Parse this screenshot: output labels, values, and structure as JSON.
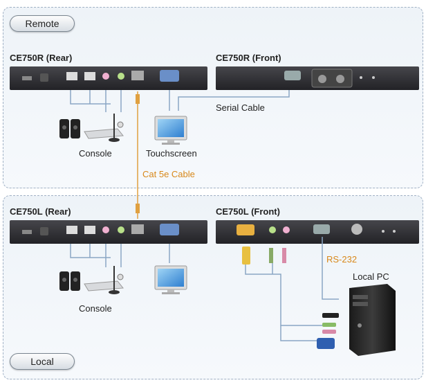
{
  "labels": {
    "remote": "Remote",
    "local": "Local",
    "ce750r_rear": "CE750R (Rear)",
    "ce750r_front": "CE750R (Front)",
    "ce750l_rear": "CE750L (Rear)",
    "ce750l_front": "CE750L (Front)",
    "serial_cable": "Serial Cable",
    "console_top": "Console",
    "touchscreen": "Touchscreen",
    "cat5e": "Cat 5e Cable",
    "console_bottom": "Console",
    "rs232": "RS-232",
    "local_pc": "Local PC"
  },
  "colors": {
    "device_body": "#2f2f33",
    "cable_orange": "#e0a040",
    "cable_blue": "#8aa6c4",
    "accent_orange": "#d8881a",
    "panel_border": "#9fb0c4"
  }
}
